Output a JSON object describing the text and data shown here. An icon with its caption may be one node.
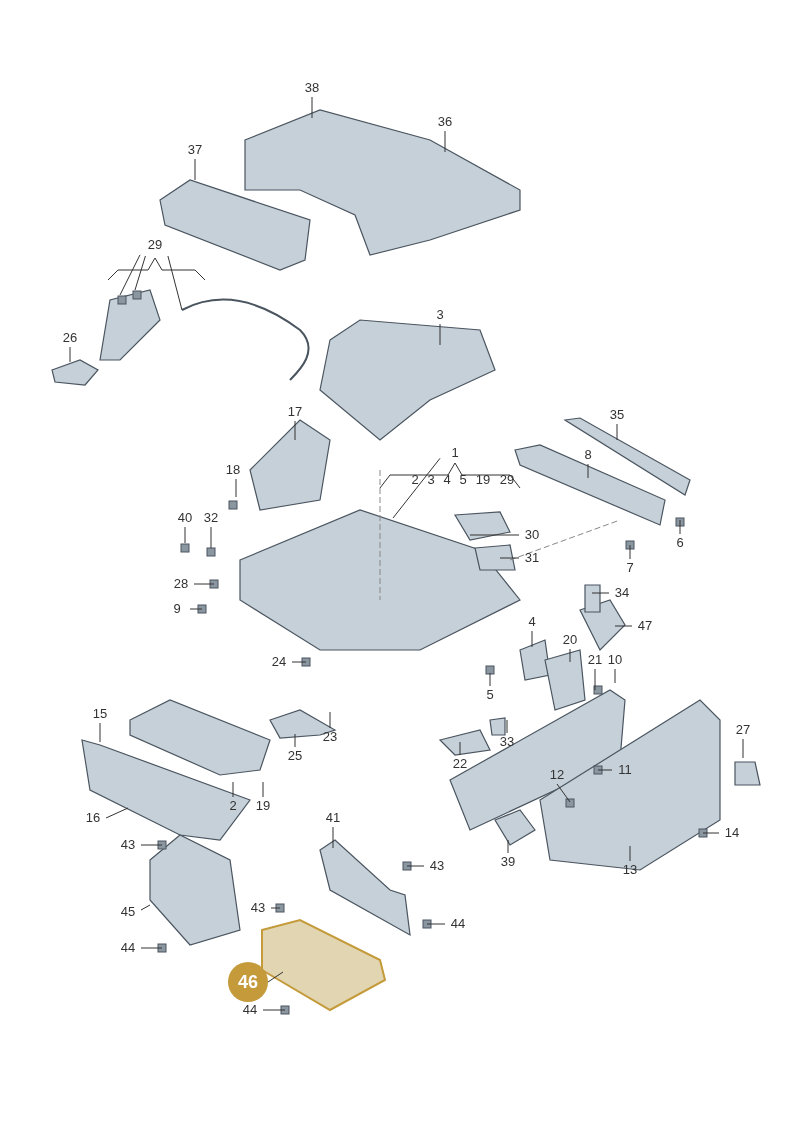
{
  "diagram": {
    "nodes": [
      {
        "text": [
          "38"
        ]
      },
      {
        "text": [
          "36"
        ]
      },
      {
        "text": [
          "37"
        ]
      },
      {
        "text": [
          "29"
        ]
      },
      {
        "text": [
          "26"
        ]
      },
      {
        "text": [
          "3"
        ]
      },
      {
        "text": [
          "17"
        ]
      },
      {
        "text": [
          "1"
        ]
      },
      {
        "text": [
          "35"
        ]
      },
      {
        "text": [
          "8"
        ]
      },
      {
        "text": [
          "18"
        ]
      },
      {
        "text": [
          "40"
        ]
      },
      {
        "text": [
          "32"
        ]
      },
      {
        "text": [
          "30"
        ]
      },
      {
        "text": [
          "31"
        ]
      },
      {
        "text": [
          "6"
        ]
      },
      {
        "text": [
          "7"
        ]
      },
      {
        "text": [
          "28"
        ]
      },
      {
        "text": [
          "9"
        ]
      },
      {
        "text": [
          "34"
        ]
      },
      {
        "text": [
          "47"
        ]
      },
      {
        "text": [
          "4"
        ]
      },
      {
        "text": [
          "20"
        ]
      },
      {
        "text": [
          "21"
        ]
      },
      {
        "text": [
          "10"
        ]
      },
      {
        "text": [
          "24"
        ]
      },
      {
        "text": [
          "5"
        ]
      },
      {
        "text": [
          "23"
        ]
      },
      {
        "text": [
          "25"
        ]
      },
      {
        "text": [
          "33"
        ]
      },
      {
        "text": [
          "22"
        ]
      },
      {
        "text": [
          "27"
        ]
      },
      {
        "text": [
          "15"
        ]
      },
      {
        "text": [
          "2"
        ]
      },
      {
        "text": [
          "19"
        ]
      },
      {
        "text": [
          "16"
        ]
      },
      {
        "text": [
          "12"
        ]
      },
      {
        "text": [
          "11"
        ]
      },
      {
        "text": [
          "14"
        ]
      },
      {
        "text": [
          "39"
        ]
      },
      {
        "text": [
          "13"
        ]
      },
      {
        "text": [
          "41"
        ]
      },
      {
        "text": [
          "43"
        ]
      },
      {
        "text": [
          "45"
        ]
      },
      {
        "text": [
          "44"
        ]
      },
      {
        "text": [
          "43"
        ]
      },
      {
        "text": [
          "43"
        ]
      },
      {
        "text": [
          "44"
        ]
      },
      {
        "text": [
          "46"
        ]
      },
      {
        "text": [
          "44"
        ]
      }
    ],
    "edges": [
      {
        "from": 0,
        "to": null,
        "arrow": "none"
      },
      {
        "from": 1,
        "to": null,
        "arrow": "none"
      },
      {
        "from": 2,
        "to": null,
        "arrow": "none"
      },
      {
        "from": 3,
        "to": null,
        "arrow": "none"
      },
      {
        "from": 3,
        "to": null,
        "arrow": "none"
      },
      {
        "from": 3,
        "to": null,
        "arrow": "none"
      },
      {
        "from": 4,
        "to": null,
        "arrow": "none"
      },
      {
        "from": 5,
        "to": null,
        "arrow": "none"
      },
      {
        "from": 6,
        "to": null,
        "arrow": "none"
      },
      {
        "from": 7,
        "to": null,
        "arrow": "none"
      },
      {
        "from": 8,
        "to": null,
        "arrow": "none"
      },
      {
        "from": 9,
        "to": null,
        "arrow": "none"
      },
      {
        "from": 10,
        "to": null,
        "arrow": "none"
      },
      {
        "from": 11,
        "to": null,
        "arrow": "none"
      },
      {
        "from": 12,
        "to": null,
        "arrow": "none"
      },
      {
        "from": 13,
        "to": null,
        "arrow": "none"
      },
      {
        "from": 14,
        "to": null,
        "arrow": "none"
      },
      {
        "from": 15,
        "to": null,
        "arrow": "none"
      },
      {
        "from": 16,
        "to": null,
        "arrow": "none"
      },
      {
        "from": 17,
        "to": null,
        "arrow": "none"
      },
      {
        "from": 18,
        "to": null,
        "arrow": "none"
      },
      {
        "from": 19,
        "to": null,
        "arrow": "none"
      },
      {
        "from": 20,
        "to": null,
        "arrow": "none"
      },
      {
        "from": 21,
        "to": null,
        "arrow": "none"
      },
      {
        "from": 22,
        "to": null,
        "arrow": "none"
      },
      {
        "from": 23,
        "to": null,
        "arrow": "none"
      },
      {
        "from": 24,
        "to": null,
        "arrow": "none"
      },
      {
        "from": 25,
        "to": null,
        "arrow": "none"
      },
      {
        "from": 26,
        "to": null,
        "arrow": "none"
      },
      {
        "from": 27,
        "to": null,
        "arrow": "none"
      },
      {
        "from": 28,
        "to": null,
        "arrow": "none"
      },
      {
        "from": 29,
        "to": null,
        "arrow": "none"
      },
      {
        "from": 30,
        "to": null,
        "arrow": "none"
      },
      {
        "from": 31,
        "to": null,
        "arrow": "none"
      },
      {
        "from": 32,
        "to": null,
        "arrow": "none"
      },
      {
        "from": 33,
        "to": null,
        "arrow": "none"
      },
      {
        "from": 34,
        "to": null,
        "arrow": "none"
      },
      {
        "from": 35,
        "to": null,
        "arrow": "none"
      },
      {
        "from": 36,
        "to": null,
        "arrow": "none"
      },
      {
        "from": 37,
        "to": null,
        "arrow": "none"
      },
      {
        "from": 38,
        "to": null,
        "arrow": "none"
      },
      {
        "from": 39,
        "to": null,
        "arrow": "none"
      },
      {
        "from": 40,
        "to": null,
        "arrow": "none"
      },
      {
        "from": 41,
        "to": null,
        "arrow": "none"
      },
      {
        "from": 42,
        "to": null,
        "arrow": "none"
      },
      {
        "from": 43,
        "to": null,
        "arrow": "none"
      },
      {
        "from": 44,
        "to": null,
        "arrow": "none"
      },
      {
        "from": 45,
        "to": null,
        "arrow": "none"
      },
      {
        "from": 46,
        "to": null,
        "arrow": "none"
      },
      {
        "from": 47,
        "to": null,
        "arrow": "none"
      },
      {
        "from": 48,
        "to": null,
        "arrow": "none"
      },
      {
        "from": 49,
        "to": null,
        "arrow": "none"
      }
    ],
    "labels": [
      "2",
      "3",
      "4",
      "5",
      "19",
      "29"
    ]
  }
}
